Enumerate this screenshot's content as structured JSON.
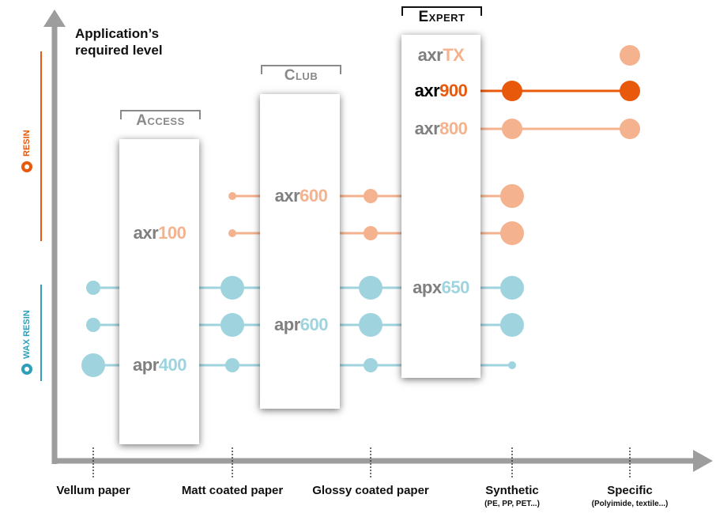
{
  "ylabel": "Application’s required level",
  "side_labels": {
    "resin": "RESIN",
    "wax_resin": "WAX RESIN"
  },
  "tiers": {
    "access": "Access",
    "club": "Club",
    "expert": "Expert"
  },
  "categories": [
    {
      "label": "Vellum paper",
      "sub": ""
    },
    {
      "label": "Matt coated paper",
      "sub": ""
    },
    {
      "label": "Glossy coated paper",
      "sub": ""
    },
    {
      "label": "Synthetic",
      "sub": "(PE, PP, PET...)"
    },
    {
      "label": "Specific",
      "sub": "(Polyimide, textile...)"
    }
  ],
  "products": {
    "axr_tx": {
      "prefix": "axr",
      "suffix": "TX"
    },
    "axr_900": {
      "prefix": "axr",
      "suffix": "900"
    },
    "axr_800": {
      "prefix": "axr",
      "suffix": "800"
    },
    "axr_600": {
      "prefix": "axr",
      "suffix": "600"
    },
    "axr_100": {
      "prefix": "axr",
      "suffix": "100"
    },
    "apx_650": {
      "prefix": "apx",
      "suffix": "650"
    },
    "apr_600": {
      "prefix": "apr",
      "suffix": "600"
    },
    "apr_400": {
      "prefix": "apr",
      "suffix": "400"
    }
  },
  "colors": {
    "resin_light": "#f4b28e",
    "resin_dark": "#e8590c",
    "resin_side": "#e8590c",
    "wax": "#9fd4df",
    "wax_side": "#2f9fb8",
    "axis": "#9d9d9d",
    "grey": "#7f7f7f"
  }
}
